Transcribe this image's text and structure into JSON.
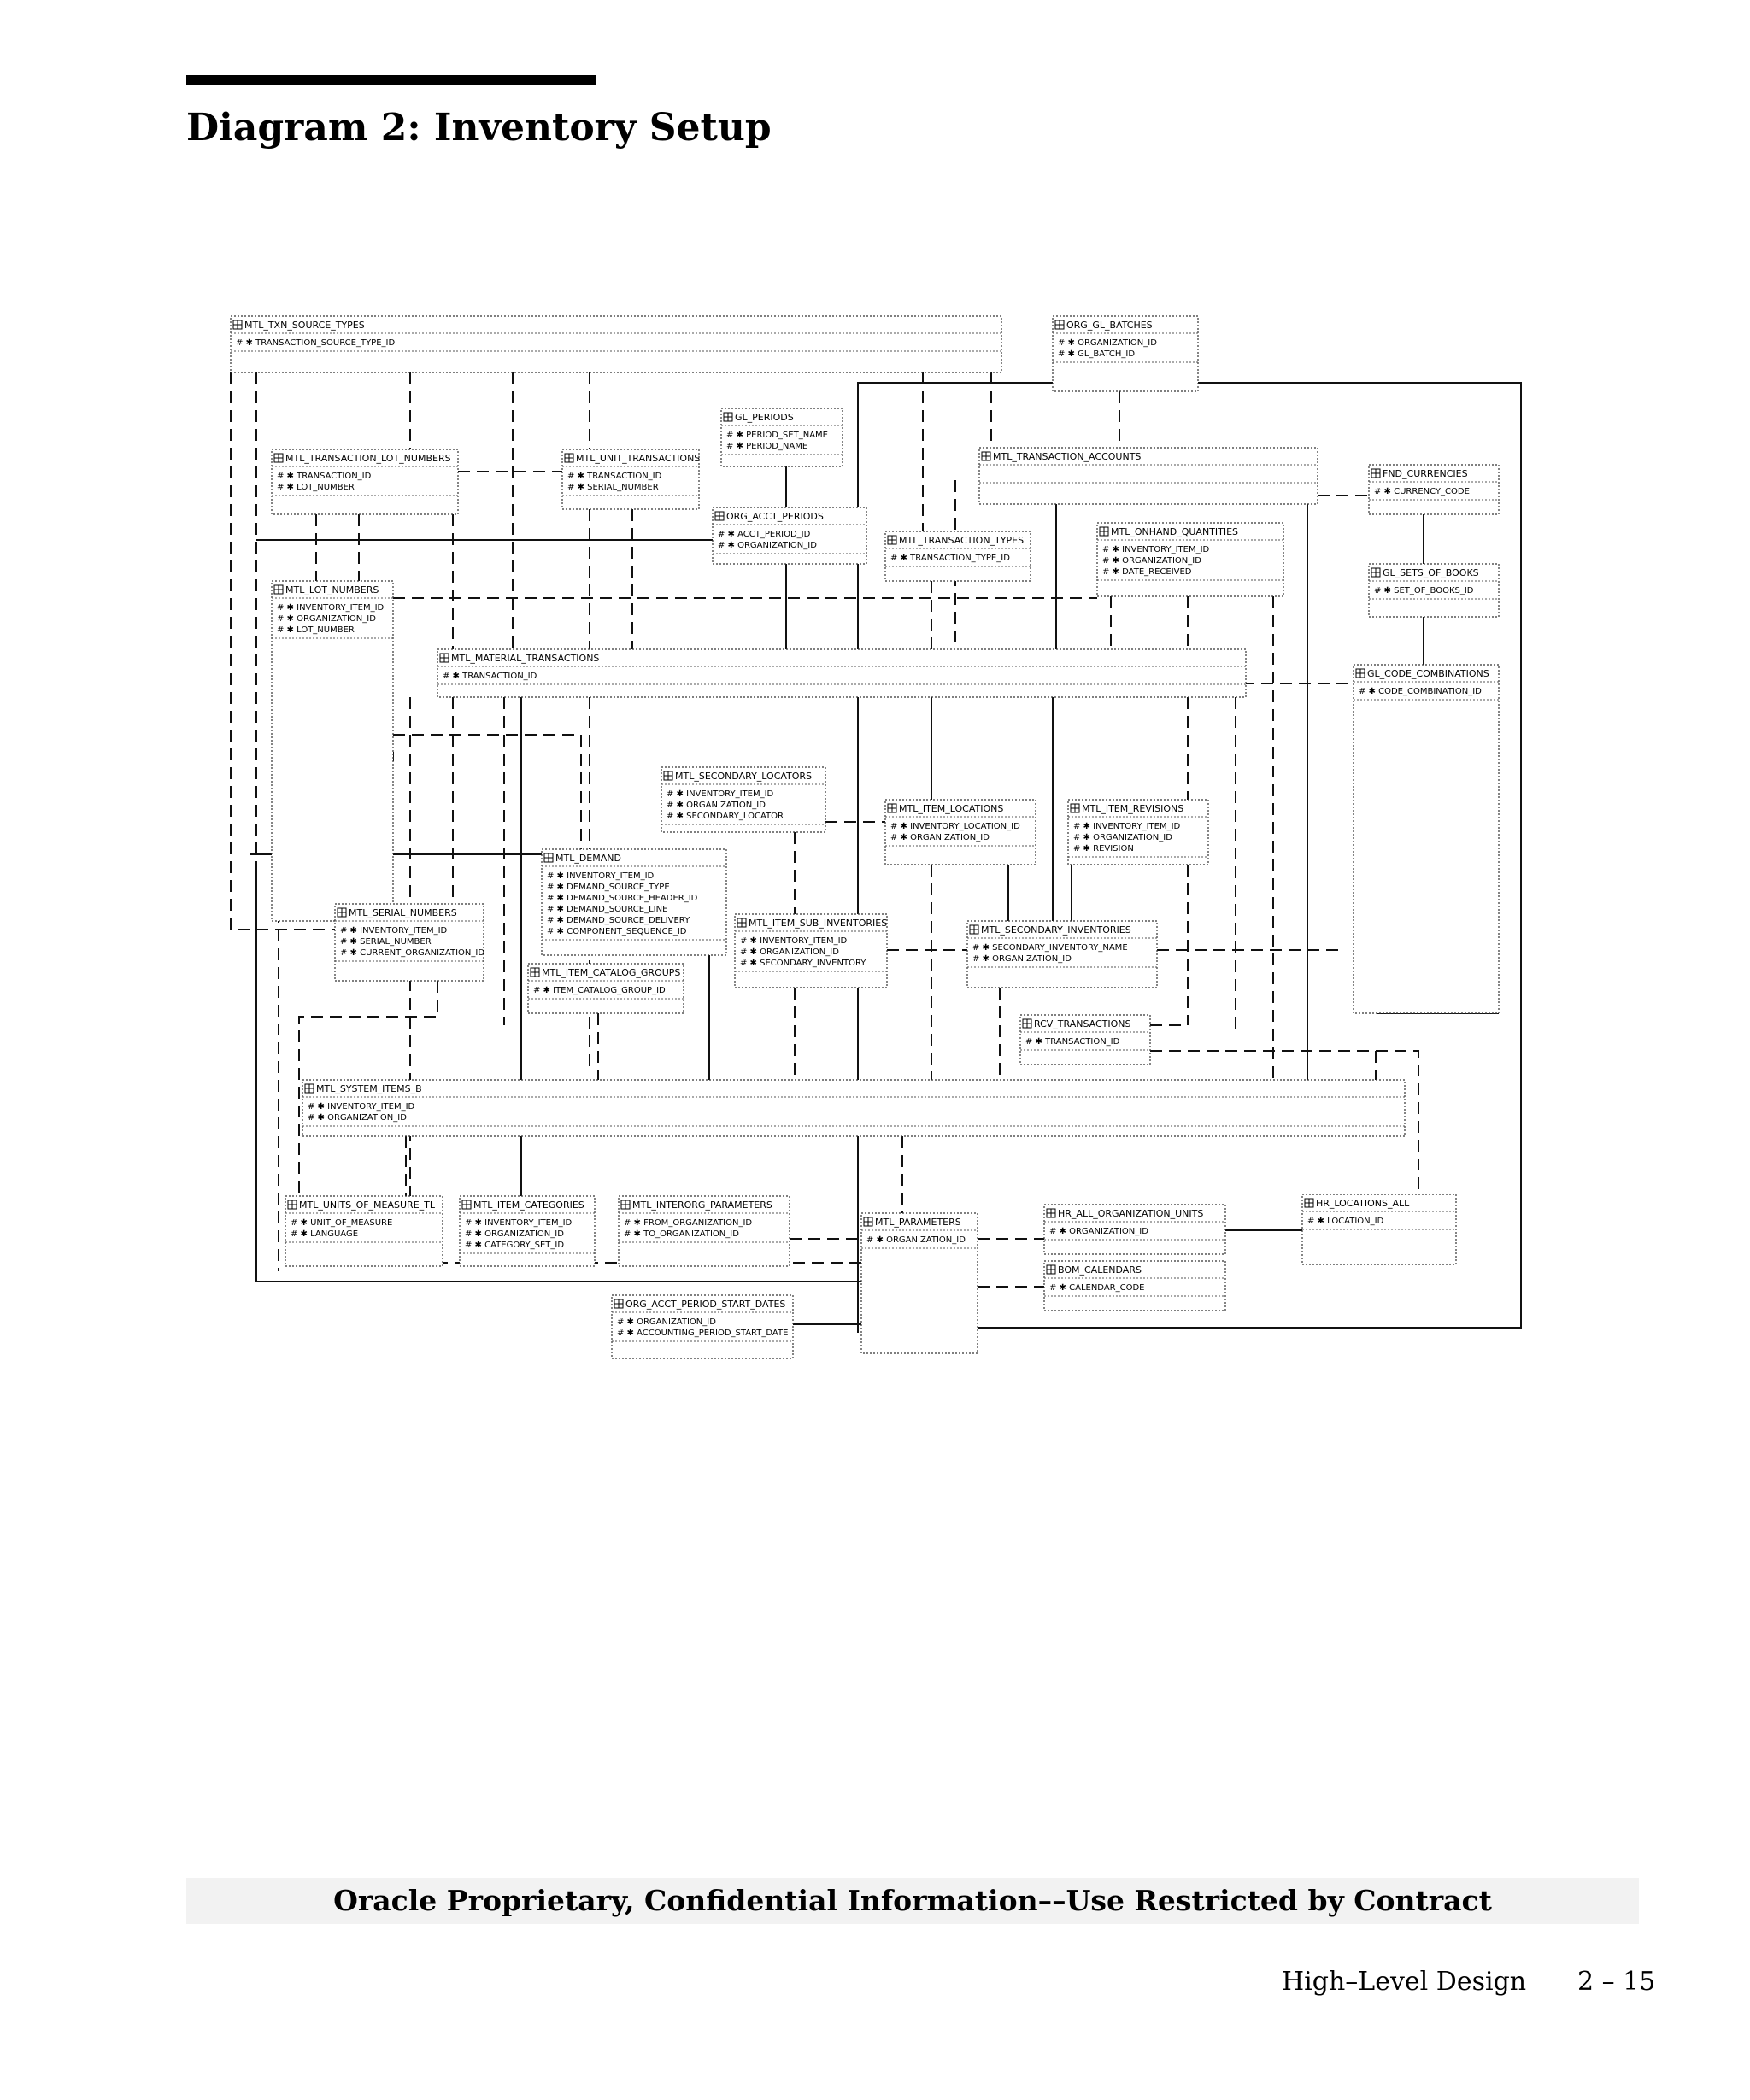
{
  "page": {
    "title": "Diagram 2: Inventory Setup",
    "footer_notice": "Oracle Proprietary, Confidential Information––Use Restricted by Contract",
    "footer_section": "High–Level Design",
    "footer_page": "2 – 15"
  },
  "entities": [
    {
      "name": "MTL_TXN_SOURCE_TYPES",
      "columns": [
        "TRANSACTION_SOURCE_TYPE_ID"
      ]
    },
    {
      "name": "ORG_GL_BATCHES",
      "columns": [
        "ORGANIZATION_ID",
        "GL_BATCH_ID"
      ]
    },
    {
      "name": "GL_PERIODS",
      "columns": [
        "PERIOD_SET_NAME",
        "PERIOD_NAME"
      ]
    },
    {
      "name": "MTL_TRANSACTION_LOT_NUMBERS",
      "columns": [
        "TRANSACTION_ID",
        "LOT_NUMBER"
      ]
    },
    {
      "name": "MTL_UNIT_TRANSACTIONS",
      "columns": [
        "TRANSACTION_ID",
        "SERIAL_NUMBER"
      ]
    },
    {
      "name": "MTL_TRANSACTION_ACCOUNTS",
      "columns": []
    },
    {
      "name": "FND_CURRENCIES",
      "columns": [
        "CURRENCY_CODE"
      ]
    },
    {
      "name": "ORG_ACCT_PERIODS",
      "columns": [
        "ACCT_PERIOD_ID",
        "ORGANIZATION_ID"
      ]
    },
    {
      "name": "MTL_TRANSACTION_TYPES",
      "columns": [
        "TRANSACTION_TYPE_ID"
      ]
    },
    {
      "name": "MTL_ONHAND_QUANTITIES",
      "columns": [
        "INVENTORY_ITEM_ID",
        "ORGANIZATION_ID",
        "DATE_RECEIVED"
      ]
    },
    {
      "name": "GL_SETS_OF_BOOKS",
      "columns": [
        "SET_OF_BOOKS_ID"
      ]
    },
    {
      "name": "MTL_LOT_NUMBERS",
      "columns": [
        "INVENTORY_ITEM_ID",
        "ORGANIZATION_ID",
        "LOT_NUMBER"
      ]
    },
    {
      "name": "MTL_MATERIAL_TRANSACTIONS",
      "columns": [
        "TRANSACTION_ID"
      ]
    },
    {
      "name": "GL_CODE_COMBINATIONS",
      "columns": [
        "CODE_COMBINATION_ID"
      ]
    },
    {
      "name": "MTL_SECONDARY_LOCATORS",
      "columns": [
        "INVENTORY_ITEM_ID",
        "ORGANIZATION_ID",
        "SECONDARY_LOCATOR"
      ]
    },
    {
      "name": "MTL_ITEM_LOCATIONS",
      "columns": [
        "INVENTORY_LOCATION_ID",
        "ORGANIZATION_ID"
      ]
    },
    {
      "name": "MTL_ITEM_REVISIONS",
      "columns": [
        "INVENTORY_ITEM_ID",
        "ORGANIZATION_ID",
        "REVISION"
      ]
    },
    {
      "name": "MTL_DEMAND",
      "columns": [
        "INVENTORY_ITEM_ID",
        "DEMAND_SOURCE_TYPE",
        "DEMAND_SOURCE_HEADER_ID",
        "DEMAND_SOURCE_LINE",
        "DEMAND_SOURCE_DELIVERY",
        "COMPONENT_SEQUENCE_ID"
      ]
    },
    {
      "name": "MTL_SERIAL_NUMBERS",
      "columns": [
        "INVENTORY_ITEM_ID",
        "SERIAL_NUMBER",
        "CURRENT_ORGANIZATION_ID"
      ]
    },
    {
      "name": "MTL_ITEM_SUB_INVENTORIES",
      "columns": [
        "INVENTORY_ITEM_ID",
        "ORGANIZATION_ID",
        "SECONDARY_INVENTORY"
      ]
    },
    {
      "name": "MTL_SECONDARY_INVENTORIES",
      "columns": [
        "SECONDARY_INVENTORY_NAME",
        "ORGANIZATION_ID"
      ]
    },
    {
      "name": "MTL_ITEM_CATALOG_GROUPS",
      "columns": [
        "ITEM_CATALOG_GROUP_ID"
      ]
    },
    {
      "name": "RCV_TRANSACTIONS",
      "columns": [
        "TRANSACTION_ID"
      ]
    },
    {
      "name": "MTL_SYSTEM_ITEMS_B",
      "columns": [
        "INVENTORY_ITEM_ID",
        "ORGANIZATION_ID"
      ]
    },
    {
      "name": "MTL_UNITS_OF_MEASURE_TL",
      "columns": [
        "UNIT_OF_MEASURE",
        "LANGUAGE"
      ]
    },
    {
      "name": "MTL_ITEM_CATEGORIES",
      "columns": [
        "INVENTORY_ITEM_ID",
        "ORGANIZATION_ID",
        "CATEGORY_SET_ID"
      ]
    },
    {
      "name": "MTL_INTERORG_PARAMETERS",
      "columns": [
        "FROM_ORGANIZATION_ID",
        "TO_ORGANIZATION_ID"
      ]
    },
    {
      "name": "MTL_PARAMETERS",
      "columns": [
        "ORGANIZATION_ID"
      ]
    },
    {
      "name": "HR_ALL_ORGANIZATION_UNITS",
      "columns": [
        "ORGANIZATION_ID"
      ]
    },
    {
      "name": "HR_LOCATIONS_ALL",
      "columns": [
        "LOCATION_ID"
      ]
    },
    {
      "name": "BOM_CALENDARS",
      "columns": [
        "CALENDAR_CODE"
      ]
    },
    {
      "name": "ORG_ACCT_PERIOD_START_DATES",
      "columns": [
        "ORGANIZATION_ID",
        "ACCOUNTING_PERIOD_START_DATE"
      ]
    }
  ]
}
